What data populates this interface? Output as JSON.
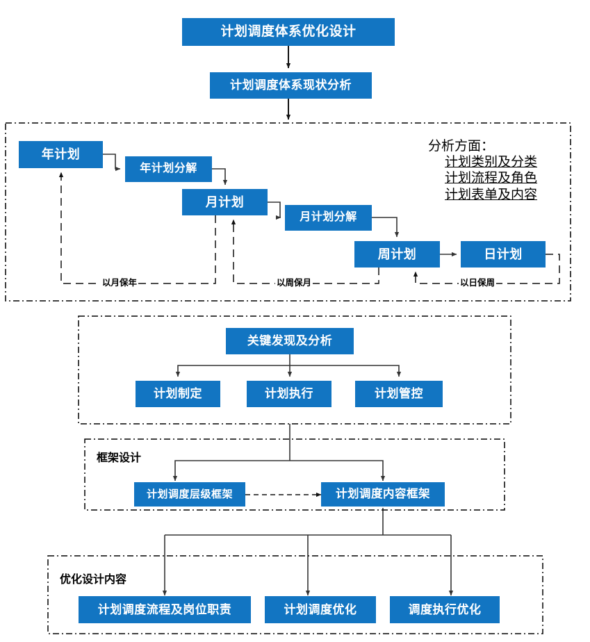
{
  "diagram": {
    "title_top": "计划调度体系优化设计",
    "colors": {
      "node_fill": "#1275c2",
      "node_text": "#ffffff",
      "line": "#404040",
      "dashed_border": "#000000",
      "background": "#ffffff"
    },
    "nodes": {
      "n_top": "计划调度体系优化设计",
      "n_current": "计划调度体系现状分析",
      "n_year": "年计划",
      "n_year_split": "年计划分解",
      "n_month": "月计划",
      "n_month_split": "月计划分解",
      "n_week": "周计划",
      "n_day": "日计划",
      "n_key": "关键发现及分析",
      "n_make": "计划制定",
      "n_exec": "计划执行",
      "n_ctrl": "计划管控",
      "n_level_fw": "计划调度层级框架",
      "n_content_fw": "计划调度内容框架",
      "n_proc_duty": "计划调度流程及岗位职责",
      "n_sched_opt": "计划调度优化",
      "n_exec_opt": "调度执行优化"
    },
    "group_titles": {
      "framework_design": "框架设计",
      "optimization_content": "优化设计内容"
    },
    "aspects": {
      "heading": "分析方面：",
      "items": [
        "计划类别及分类",
        "计划流程及角色",
        "计划表单及内容"
      ]
    },
    "edge_labels": {
      "month_guards_year": "以月保年",
      "week_guards_month": "以周保月",
      "day_guards_week": "以日保周"
    }
  }
}
